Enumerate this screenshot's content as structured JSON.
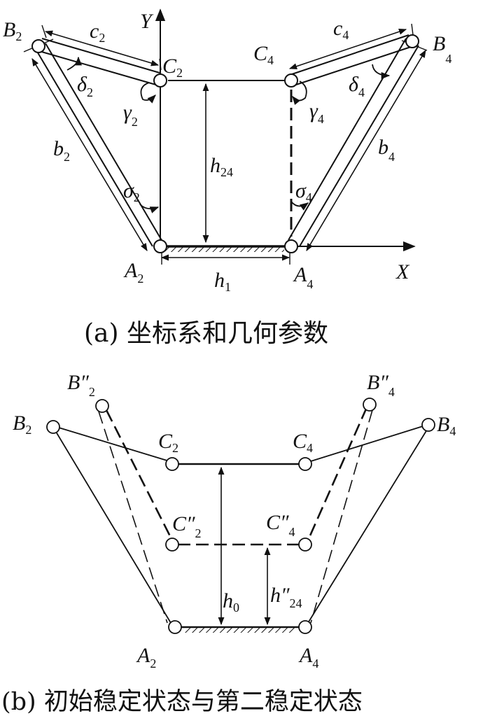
{
  "part_a": {
    "caption": "(a)  坐标系和几何参数",
    "axes": {
      "x": "X",
      "y": "Y"
    },
    "points": {
      "B2": "B",
      "B2_sub": "2",
      "C2": "C",
      "C2_sub": "2",
      "C4": "C",
      "C4_sub": "4",
      "B4": "B",
      "B4_sub": "4",
      "A2": "A",
      "A2_sub": "2",
      "A4": "A",
      "A4_sub": "4"
    },
    "dims": {
      "c2": "c",
      "c2_sub": "2",
      "c4": "c",
      "c4_sub": "4",
      "b2": "b",
      "b2_sub": "2",
      "b4": "b",
      "b4_sub": "4",
      "h24": "h",
      "h24_sub": "24",
      "h1": "h",
      "h1_sub": "1"
    },
    "angles": {
      "delta2": "δ",
      "delta2_sub": "2",
      "delta4": "δ",
      "delta4_sub": "4",
      "gamma2": "γ",
      "gamma2_sub": "2",
      "gamma4": "γ",
      "gamma4_sub": "4",
      "sigma2": "σ",
      "sigma2_sub": "2",
      "sigma4": "σ",
      "sigma4_sub": "4"
    }
  },
  "part_b": {
    "caption": "(b)  初始稳定状态与第二稳定状态",
    "points": {
      "B2": "B",
      "B2_sub": "2",
      "B2pp": "B″",
      "B2pp_sub": "2",
      "B4": "B",
      "B4_sub": "4",
      "B4pp": "B″",
      "B4pp_sub": "4",
      "C2": "C",
      "C2_sub": "2",
      "C4": "C",
      "C4_sub": "4",
      "C2pp": "C″",
      "C2pp_sub": "2",
      "C4pp": "C″",
      "C4pp_sub": "4",
      "A2": "A",
      "A2_sub": "2",
      "A4": "A",
      "A4_sub": "4"
    },
    "dims": {
      "h0": "h",
      "h0_sub": "0",
      "h24pp": "h″",
      "h24pp_sub": "24"
    }
  }
}
